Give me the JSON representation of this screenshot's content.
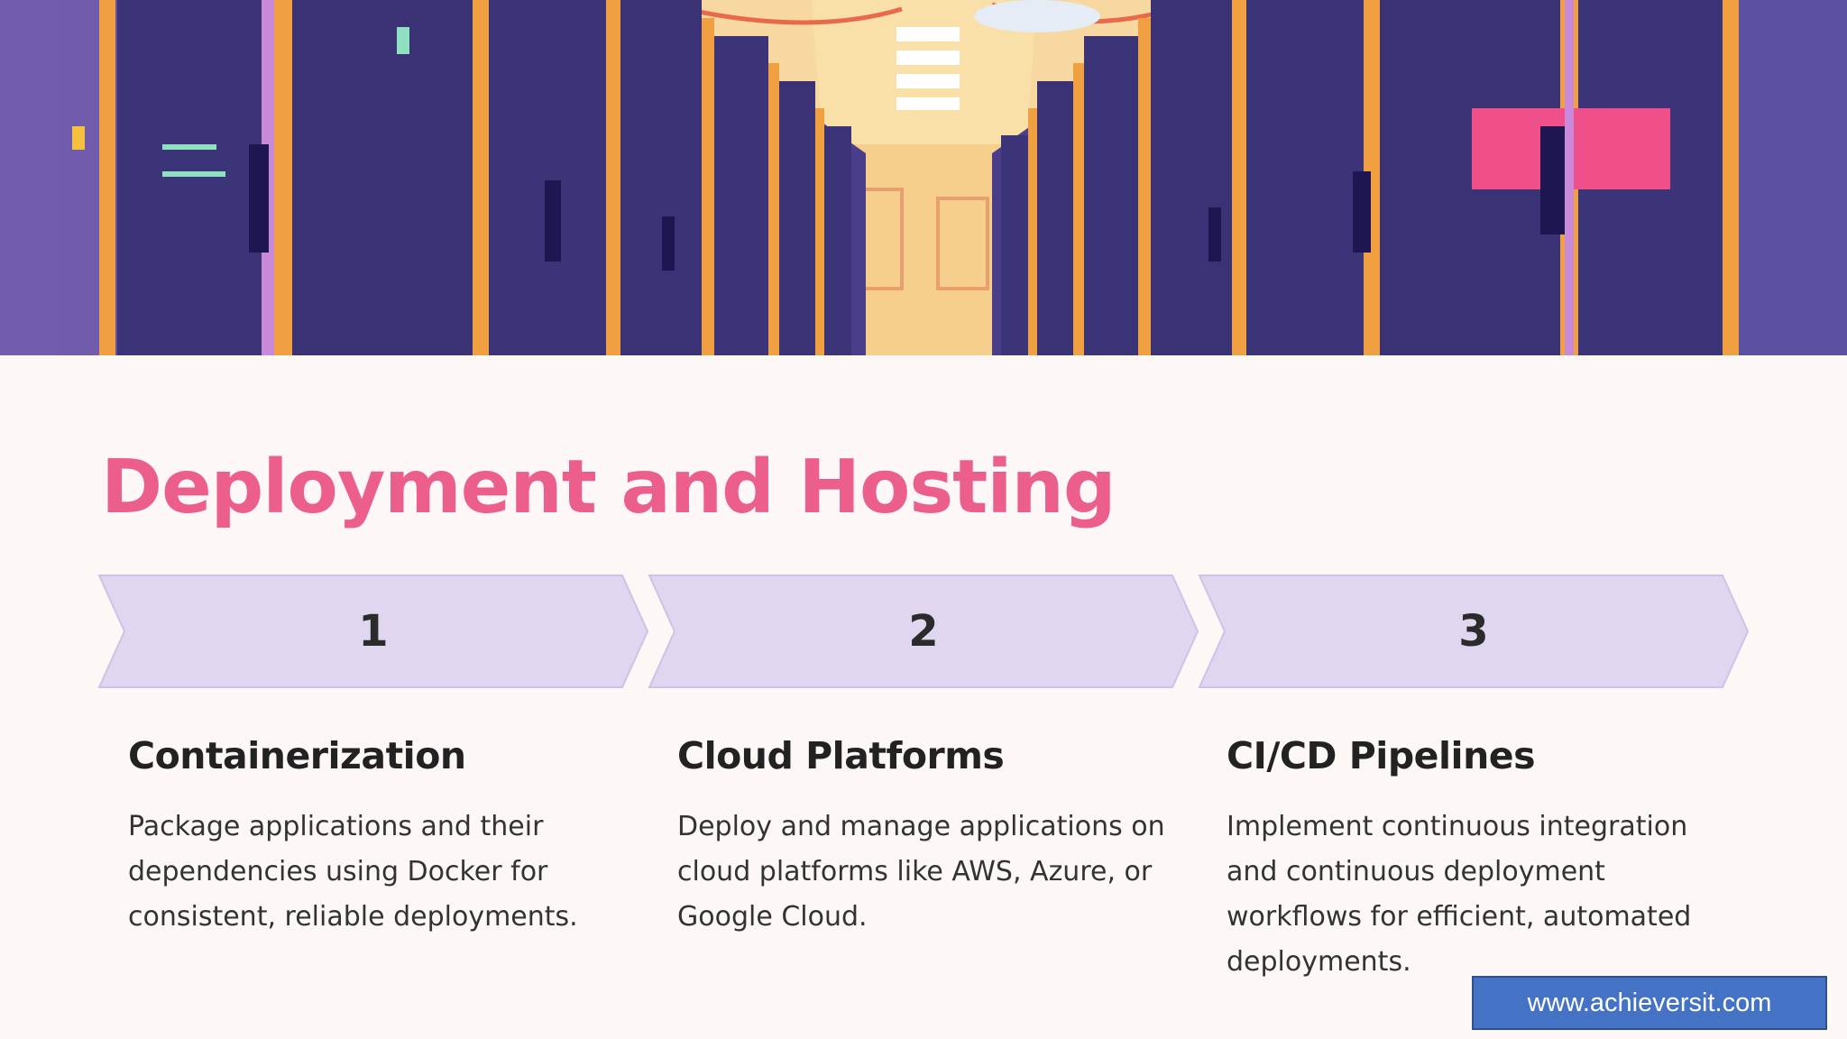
{
  "slide": {
    "title": "Deployment and Hosting",
    "steps": [
      {
        "number": "1",
        "title": "Containerization",
        "description": "Package applications and their dependencies using Docker for consistent, reliable deployments."
      },
      {
        "number": "2",
        "title": "Cloud Platforms",
        "description": "Deploy and manage applications on cloud platforms like AWS, Azure, or Google Cloud."
      },
      {
        "number": "3",
        "title": "CI/CD Pipelines",
        "description": "Implement continuous integration and continuous deployment workflows for efficient, automated deployments."
      }
    ],
    "website": "www.achieversit.com"
  },
  "hero_image": {
    "subject": "server-room-illustration"
  },
  "colors": {
    "title": "#ec5f8c",
    "chevron_fill": "#e0d6f0",
    "badge": "#4472c4",
    "background": "#fdf8f6"
  }
}
